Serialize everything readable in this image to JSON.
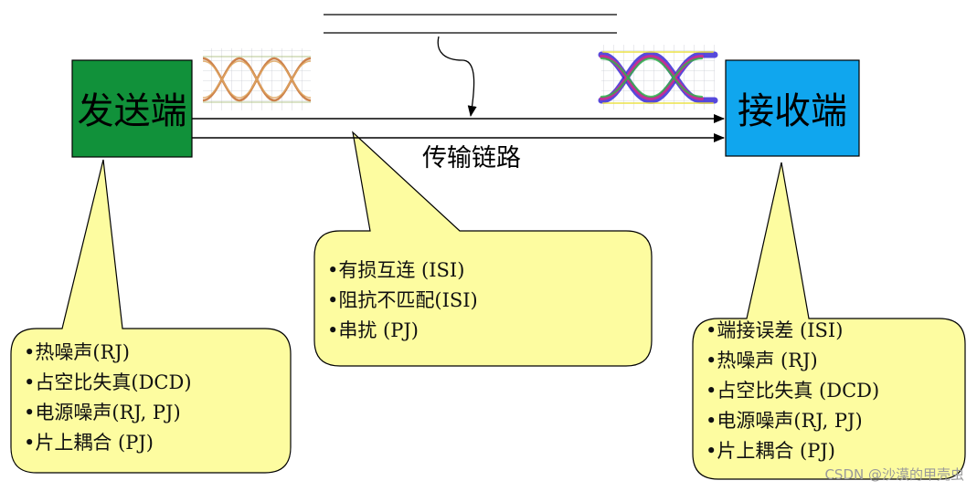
{
  "transmitter": {
    "label": "发送端",
    "color": "#11913a"
  },
  "receiver": {
    "label": "接收端",
    "color": "#10a6ee"
  },
  "link": {
    "label": "传输链路"
  },
  "callout_fill": "#fdfca0",
  "callouts": {
    "transmitter": {
      "items": [
        "•热噪声(RJ)",
        "•占空比失真(DCD)",
        "•电源噪声(RJ, PJ)",
        "•片上耦合 (PJ)"
      ]
    },
    "channel": {
      "items": [
        "•有损互连 (ISI)",
        "•阻抗不匹配(ISI)",
        "•串扰 (PJ)"
      ]
    },
    "receiver": {
      "items": [
        "•端接误差 (ISI)",
        "•热噪声 (RJ)",
        "•占空比失真 (DCD)",
        "•电源噪声(RJ, PJ)",
        "•片上耦合 (PJ)"
      ]
    }
  },
  "watermark": "CSDN @沙漠的甲壳虫"
}
